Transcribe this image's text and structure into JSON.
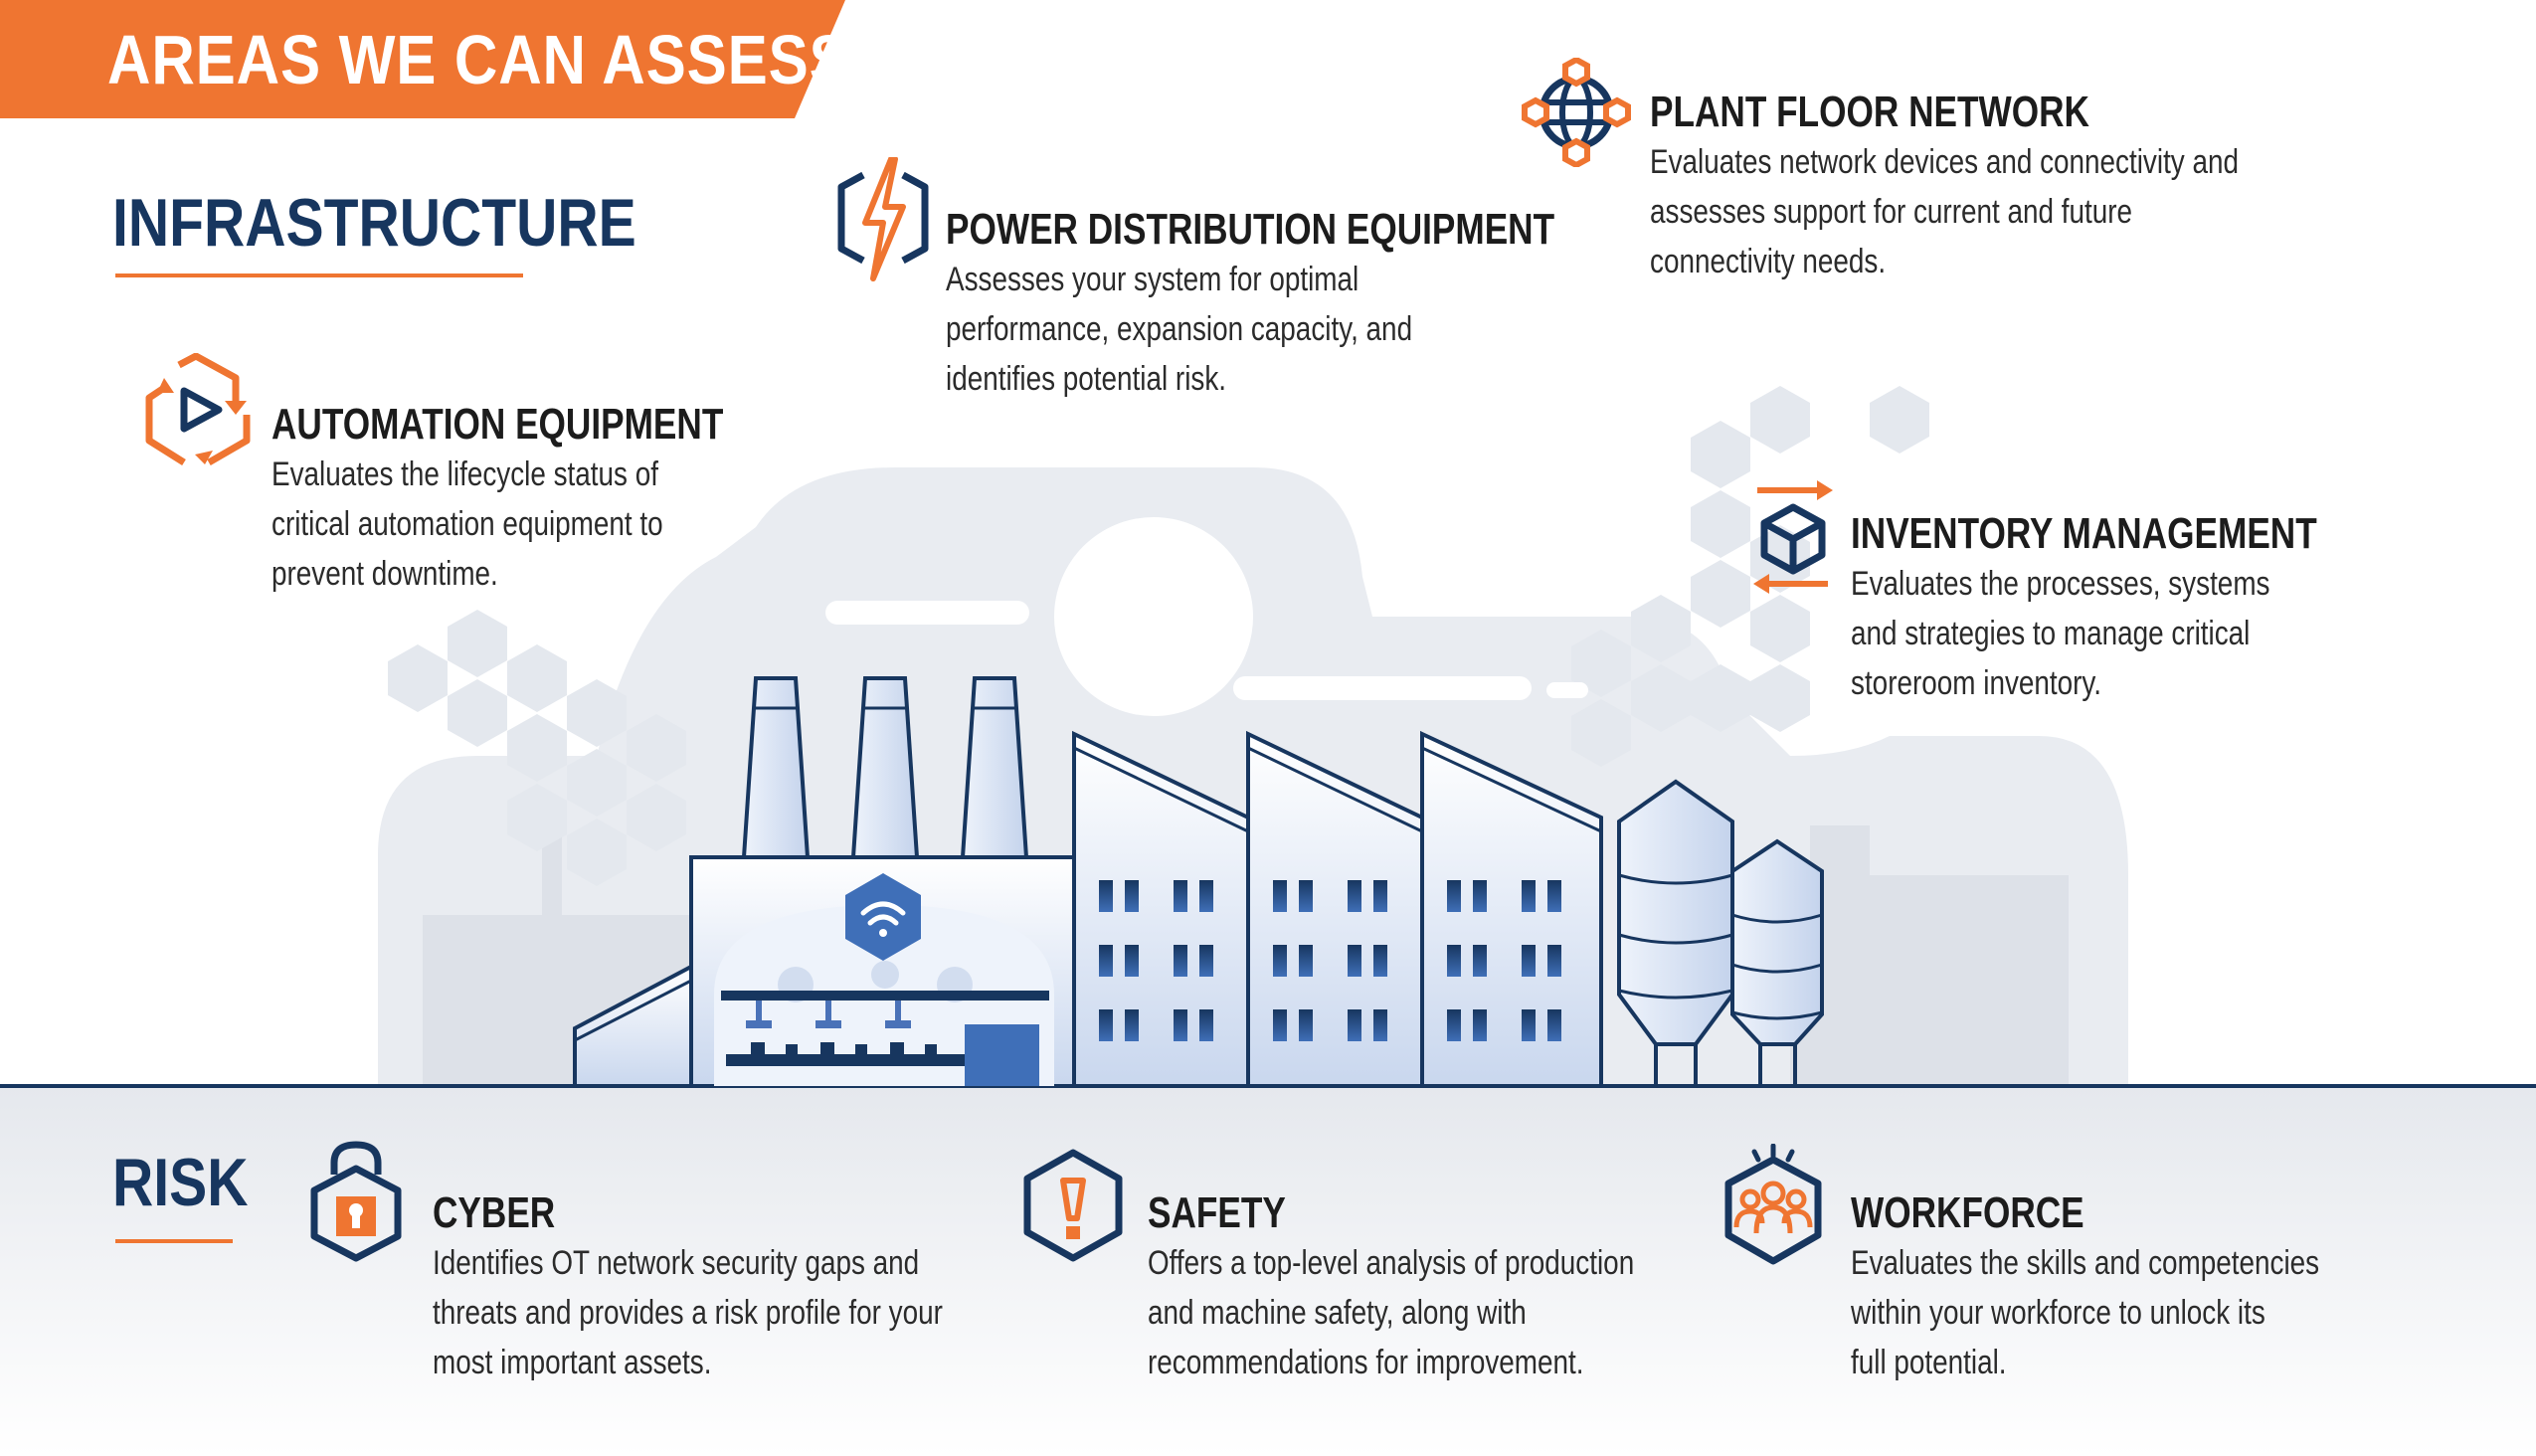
{
  "banner": {
    "title": "AREAS WE CAN ASSESS"
  },
  "colors": {
    "navy": "#17365f",
    "orange": "#ef7531",
    "light_blue": "#dde6f3",
    "gray_band": "#e8eaee"
  },
  "infrastructure": {
    "heading": "INFRASTRUCTURE",
    "items": [
      {
        "icon": "automation-cycle-icon",
        "title": "AUTOMATION EQUIPMENT",
        "lines": [
          "Evaluates the lifecycle status of",
          "critical automation equipment to",
          "prevent downtime."
        ]
      },
      {
        "icon": "lightning-bolt-icon",
        "title": "POWER DISTRIBUTION EQUIPMENT",
        "lines": [
          "Assesses your system for optimal",
          "performance, expansion capacity, and",
          "identifies potential risk."
        ]
      },
      {
        "icon": "network-globe-icon",
        "title": "PLANT FLOOR NETWORK",
        "lines": [
          "Evaluates network devices and connectivity and",
          "assesses support for current and future",
          "connectivity needs."
        ]
      },
      {
        "icon": "inventory-box-icon",
        "title": "INVENTORY MANAGEMENT",
        "lines": [
          "Evaluates the processes, systems",
          "and strategies to manage critical",
          "storeroom inventory."
        ]
      }
    ]
  },
  "risk": {
    "heading": "RISK",
    "items": [
      {
        "icon": "padlock-icon",
        "title": "CYBER",
        "lines": [
          "Identifies OT network security gaps and",
          "threats and provides a risk profile for your",
          "most important assets."
        ]
      },
      {
        "icon": "warning-exclamation-icon",
        "title": "SAFETY",
        "lines": [
          "Offers a top-level analysis of production",
          "and machine safety, along with",
          "recommendations for improvement."
        ]
      },
      {
        "icon": "workforce-people-icon",
        "title": "WORKFORCE",
        "lines": [
          "Evaluates the skills and competencies",
          "within your workforce to unlock its",
          "full potential."
        ]
      }
    ]
  }
}
